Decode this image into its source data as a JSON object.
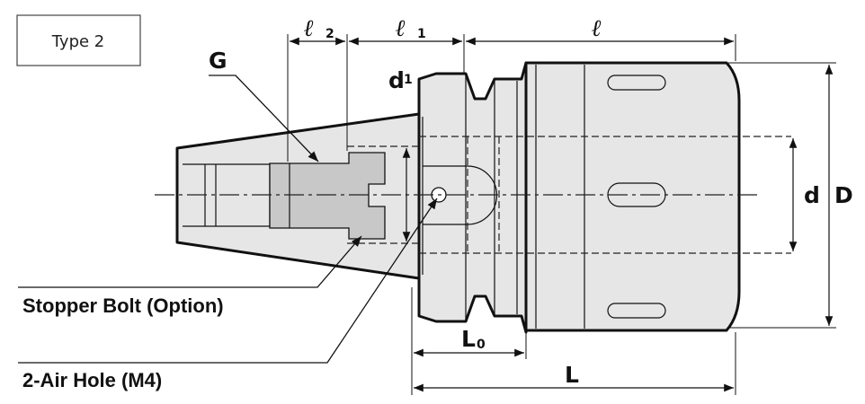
{
  "type_label": "Type 2",
  "dimensions": {
    "l2": "ℓ",
    "l2_sub": "2",
    "l1": "ℓ",
    "l1_sub": "1",
    "l": "ℓ",
    "d1": "d",
    "d1_sub": "1",
    "d": "d",
    "D": "D",
    "L0": "L",
    "L0_sub": "0",
    "L": "L",
    "G": "G"
  },
  "callouts": {
    "stopper_bolt": "Stopper Bolt (Option)",
    "air_hole": "2-Air Hole (M4)"
  },
  "icons": {
    "arrow_icon": "triangle-arrowhead"
  }
}
